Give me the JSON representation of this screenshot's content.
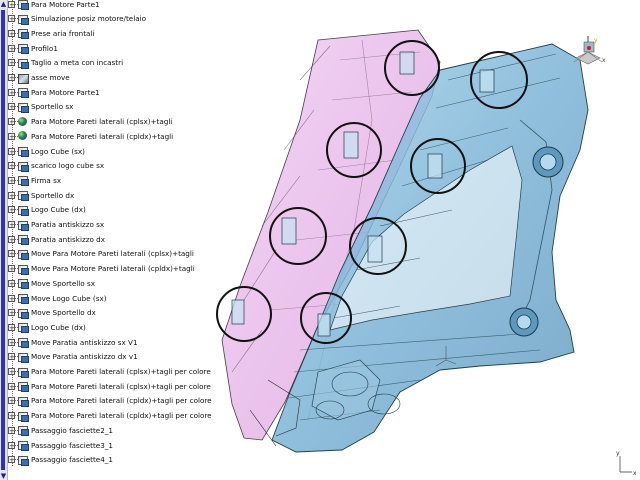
{
  "tree": {
    "items": [
      {
        "label": "Para Motore Parte1",
        "icon": "sketch-icon"
      },
      {
        "label": "Simulazione posiz motore/telaio",
        "icon": "sketch-icon"
      },
      {
        "label": "Prese aria frontali",
        "icon": "sketch-icon"
      },
      {
        "label": "Profilo1",
        "icon": "sketch-icon"
      },
      {
        "label": "Taglio a meta con incastri",
        "icon": "sketch-icon"
      },
      {
        "label": "asse move",
        "icon": "axis-icon"
      },
      {
        "label": "Para Motore Parte1",
        "icon": "sketch-icon"
      },
      {
        "label": "Sportello sx",
        "icon": "sketch-icon"
      },
      {
        "label": "Para Motore Pareti laterali (cplsx)+tagli",
        "icon": "globe-icon"
      },
      {
        "label": "Para Motore Pareti laterali (cpldx)+tagli",
        "icon": "globe-icon"
      },
      {
        "label": "Logo Cube (sx)",
        "icon": "sketch-icon"
      },
      {
        "label": "scarico logo cube sx",
        "icon": "sketch-icon"
      },
      {
        "label": "Firma sx",
        "icon": "sketch-icon"
      },
      {
        "label": "Sportello dx",
        "icon": "sketch-icon"
      },
      {
        "label": "Logo Cube (dx)",
        "icon": "sketch-icon"
      },
      {
        "label": "Paratia antiskizzo sx",
        "icon": "sketch-icon"
      },
      {
        "label": "Paratia antiskizzo dx",
        "icon": "sketch-icon"
      },
      {
        "label": "Move Para Motore Pareti laterali (cplsx)+tagli",
        "icon": "sketch-icon"
      },
      {
        "label": "Move Para Motore Pareti laterali (cpldx)+tagli",
        "icon": "sketch-icon"
      },
      {
        "label": "Move Sportello sx",
        "icon": "sketch-icon"
      },
      {
        "label": "Move Logo Cube (sx)",
        "icon": "sketch-icon"
      },
      {
        "label": "Move Sportello dx",
        "icon": "sketch-icon"
      },
      {
        "label": "Logo Cube (dx)",
        "icon": "sketch-icon"
      },
      {
        "label": "Move Paratia antiskizzo sx V1",
        "icon": "sketch-icon"
      },
      {
        "label": "Move Paratia antiskizzo dx v1",
        "icon": "sketch-icon"
      },
      {
        "label": "Para Motore Pareti laterali (cplsx)+tagli per colore",
        "icon": "sketch-icon"
      },
      {
        "label": "Para Motore Pareti laterali (cplsx)+tagli per colore",
        "icon": "sketch-icon"
      },
      {
        "label": "Para Motore Pareti laterali (cpldx)+tagli per colore",
        "icon": "sketch-icon"
      },
      {
        "label": "Para Motore Pareti laterali (cpldx)+tagli per colore",
        "icon": "sketch-icon"
      },
      {
        "label": "Passaggio fasciette2_1",
        "icon": "sketch-icon"
      },
      {
        "label": "Passaggio fasciette3_1",
        "icon": "sketch-icon"
      },
      {
        "label": "Passaggio fasciette4_1",
        "icon": "sketch-icon"
      }
    ]
  },
  "compass": {
    "x_label": "x",
    "y_label": "y"
  },
  "triad": {
    "x_label": "x",
    "y_label": "y"
  },
  "colors": {
    "part_pink": "#e7b6e8",
    "part_blue": "#7fb9d8",
    "edge_dark": "#2f4a5a",
    "annotation_circle": "#111111",
    "tree_rail": "#6a6a6a"
  }
}
